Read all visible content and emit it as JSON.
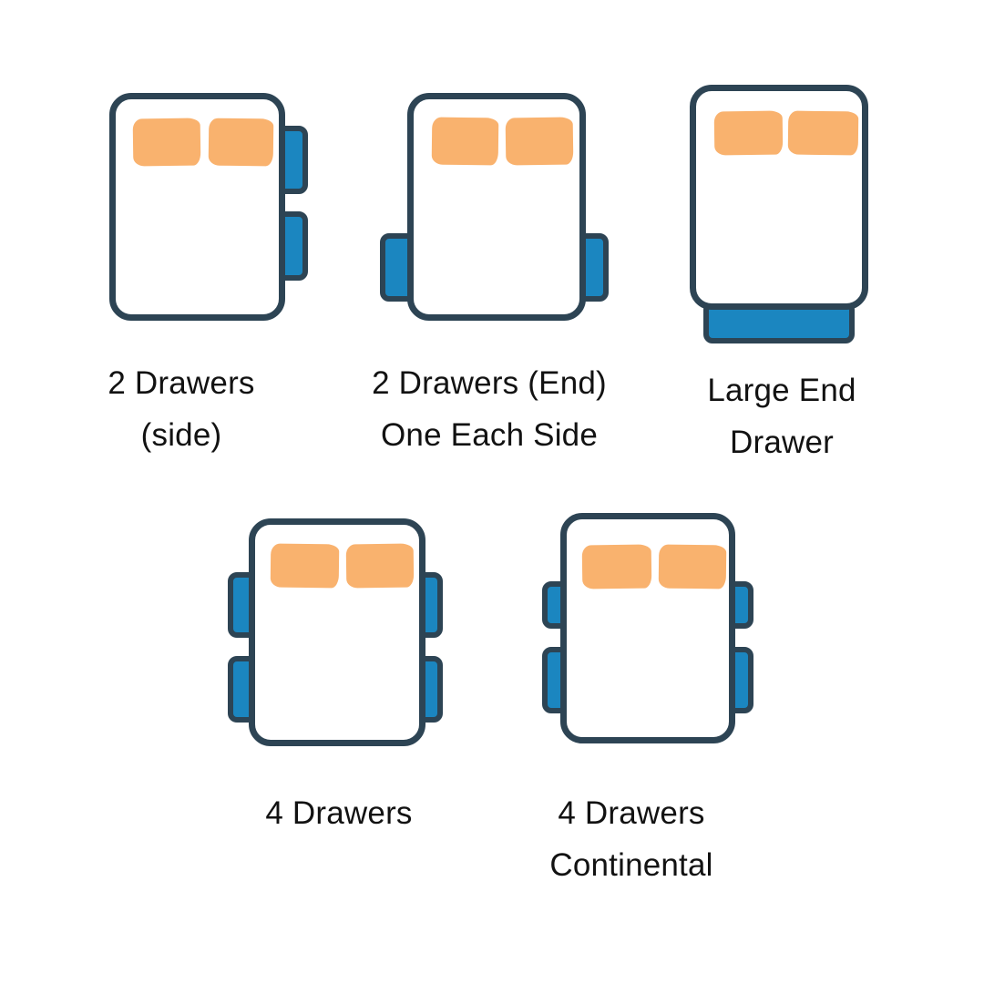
{
  "diagram": {
    "colors": {
      "outline": "#2d4454",
      "drawer": "#1b86c0",
      "pillow": "#f9b26e",
      "bed": "#ffffff",
      "text": "#121212",
      "background": "#ffffff"
    },
    "beds": [
      {
        "id": "2-drawers-side",
        "label_lines": [
          "2 Drawers",
          "(side)"
        ],
        "drawer_count": 2,
        "drawer_placement": "right side",
        "pillow_count": 2
      },
      {
        "id": "2-drawers-end-one-each-side",
        "label_lines": [
          "2 Drawers (End)",
          "One Each Side"
        ],
        "drawer_count": 2,
        "drawer_placement": "one each side near foot end",
        "pillow_count": 2
      },
      {
        "id": "large-end-drawer",
        "label_lines": [
          "Large End",
          "Drawer"
        ],
        "drawer_count": 1,
        "drawer_placement": "full-width at foot end",
        "pillow_count": 2
      },
      {
        "id": "4-drawers",
        "label_lines": [
          "4 Drawers",
          ""
        ],
        "drawer_count": 4,
        "drawer_placement": "two each side",
        "pillow_count": 2
      },
      {
        "id": "4-drawers-continental",
        "label_lines": [
          "4 Drawers",
          "Continental"
        ],
        "drawer_count": 4,
        "drawer_placement": "two each side, shorter upper drawers",
        "pillow_count": 2
      }
    ]
  }
}
